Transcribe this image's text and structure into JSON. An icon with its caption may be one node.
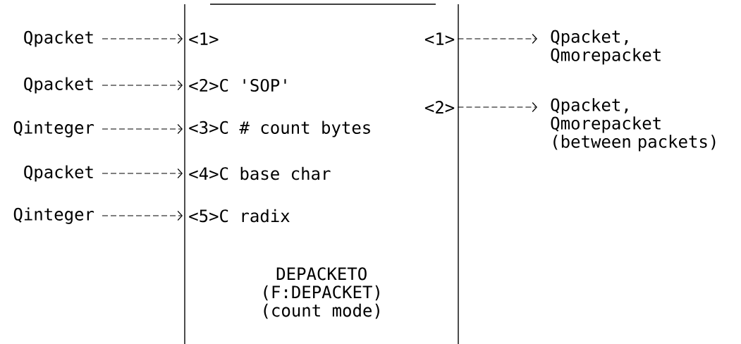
{
  "diagram": {
    "nodes": [
      {
        "text": [
          "DEPACKETO (F:DEPACKET) (count mode)"
        ]
      },
      {
        "text": [
          "<1>"
        ],
        "in": 0
      },
      {
        "text": [
          "<2>C 'SOP'"
        ],
        "in": 0
      },
      {
        "text": [
          "<3>C # count bytes"
        ],
        "in": 0
      },
      {
        "text": [
          "<4>C base char"
        ],
        "in": 0
      },
      {
        "text": [
          "<5>C radix"
        ],
        "in": 0
      },
      {
        "text": [
          "<1>"
        ],
        "in": 0
      },
      {
        "text": [
          "<2>"
        ],
        "in": 0
      },
      {
        "text": [
          "Qpacket"
        ]
      },
      {
        "text": [
          "Qpacket"
        ]
      },
      {
        "text": [
          "Qinteger"
        ]
      },
      {
        "text": [
          "Qpacket"
        ]
      },
      {
        "text": [
          "Qinteger"
        ]
      },
      {
        "text": [
          "Qpacket, Qmorepacket"
        ]
      },
      {
        "text": [
          "Qpacket, Qmorepacket (between packets)"
        ]
      }
    ],
    "edges": [
      {
        "from": 8,
        "to": 1,
        "arrow": "to",
        "style": "dashed"
      },
      {
        "from": 9,
        "to": 2,
        "arrow": "to",
        "style": "dashed"
      },
      {
        "from": 10,
        "to": 3,
        "arrow": "to",
        "style": "dashed"
      },
      {
        "from": 11,
        "to": 4,
        "arrow": "to",
        "style": "dashed"
      },
      {
        "from": 12,
        "to": 5,
        "arrow": "to",
        "style": "dashed"
      },
      {
        "from": 6,
        "to": 13,
        "arrow": "to",
        "style": "dashed"
      },
      {
        "from": 7,
        "to": 14,
        "arrow": "to",
        "style": "dashed"
      }
    ]
  }
}
